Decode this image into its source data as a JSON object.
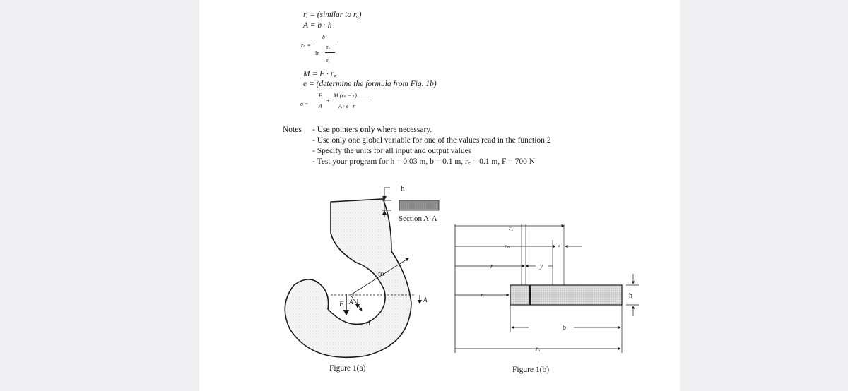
{
  "formulas": {
    "ri_line": "rᵢ = (similar to rₒ)",
    "area_line": "A = b · h",
    "rn_lhs": "rₙ =",
    "rn_num": "b",
    "rn_ln": "ln",
    "rn_den_num": "rₒ",
    "rn_den_den": "rᵢ",
    "moment_line": "M = F · r꜀",
    "e_line": "e = (determine the formula from Fig. 1b)",
    "sigma_lhs": "σ =",
    "sigma_f_num": "F",
    "sigma_f_den": "A",
    "sigma_plus": "+",
    "sigma_m_num": "M (rₙ − r)",
    "sigma_m_den": "A · e · r"
  },
  "notes": {
    "label": "Notes",
    "line1": "- Use pointers",
    "line1_bold": "only",
    "line1_end": "where necessary.",
    "line2": "- Use only one global variable for one of the values read in the function 2",
    "line3": "- Specify the units for all input and output values",
    "line4": "- Test your program for h = 0.03 m, b = 0.1 m, r꜀ = 0.1 m, F = 700 N"
  },
  "figure_a": {
    "caption": "Figure 1(a)",
    "section_label": "Section A-A",
    "h_label": "h",
    "ro_label": "ro",
    "ri_label": "ri",
    "f_label": "F",
    "a_label_left": "A",
    "a_label_right": "A"
  },
  "figure_b": {
    "caption": "Figure 1(b)",
    "rc_label": "r꜀",
    "rn_label": "rₙ",
    "r_label": "r",
    "ri_label": "rᵢ",
    "ro_label": "rₒ",
    "e_label": "e",
    "y_label": "y",
    "b_label": "b",
    "h_label": "h"
  }
}
